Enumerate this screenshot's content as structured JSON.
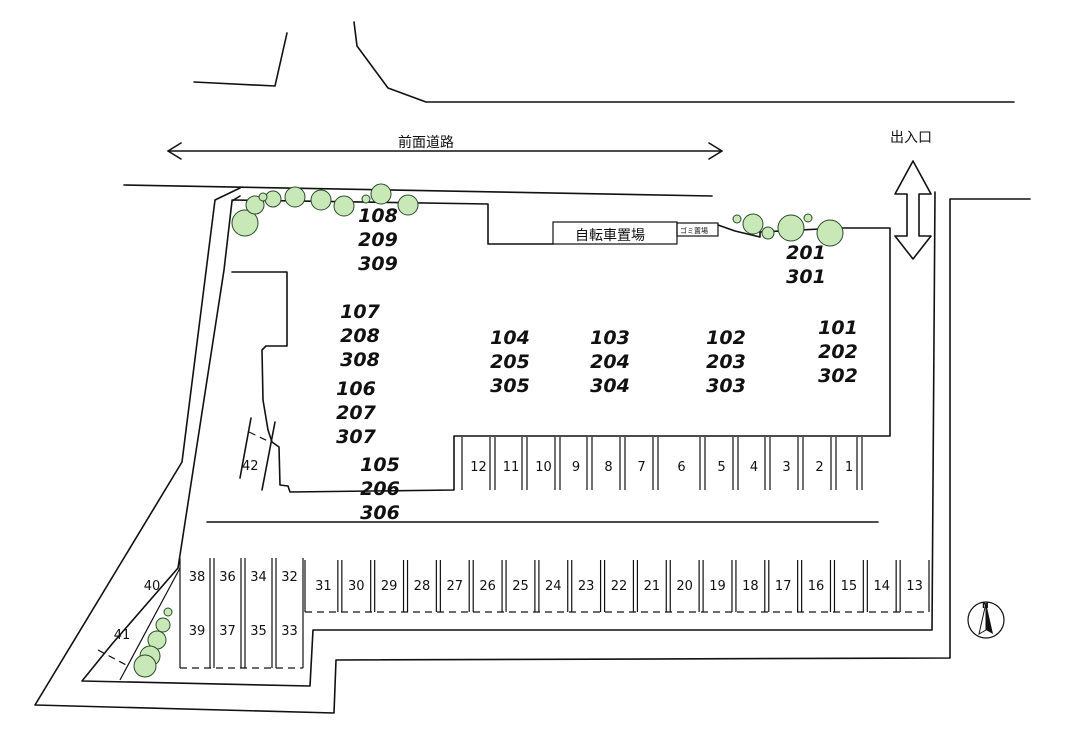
{
  "labels": {
    "road": "前面道路",
    "entrance": "出入口",
    "bicycle": "自転車置場",
    "garbage": "ゴミ置場",
    "north": "N"
  },
  "unit_groups": [
    [
      "108",
      "209",
      "309"
    ],
    [
      "107",
      "208",
      "308"
    ],
    [
      "106",
      "207",
      "307"
    ],
    [
      "105",
      "206",
      "306"
    ],
    [
      "104",
      "205",
      "305"
    ],
    [
      "103",
      "204",
      "304"
    ],
    [
      "102",
      "203",
      "303"
    ],
    [
      "101",
      "202",
      "302"
    ],
    [
      "201",
      "301"
    ]
  ],
  "parking": {
    "top_row": [
      "12",
      "11",
      "10",
      "9",
      "8",
      "7",
      "6",
      "5",
      "4",
      "3",
      "2",
      "1"
    ],
    "bottom_row": [
      "31",
      "30",
      "29",
      "28",
      "27",
      "26",
      "25",
      "24",
      "23",
      "22",
      "21",
      "20",
      "19",
      "18",
      "17",
      "16",
      "15",
      "14",
      "13"
    ],
    "left_upper": [
      "38",
      "36",
      "34",
      "32"
    ],
    "left_lower": [
      "39",
      "37",
      "35",
      "33"
    ],
    "triangle": [
      "40",
      "41"
    ],
    "side": "42"
  }
}
